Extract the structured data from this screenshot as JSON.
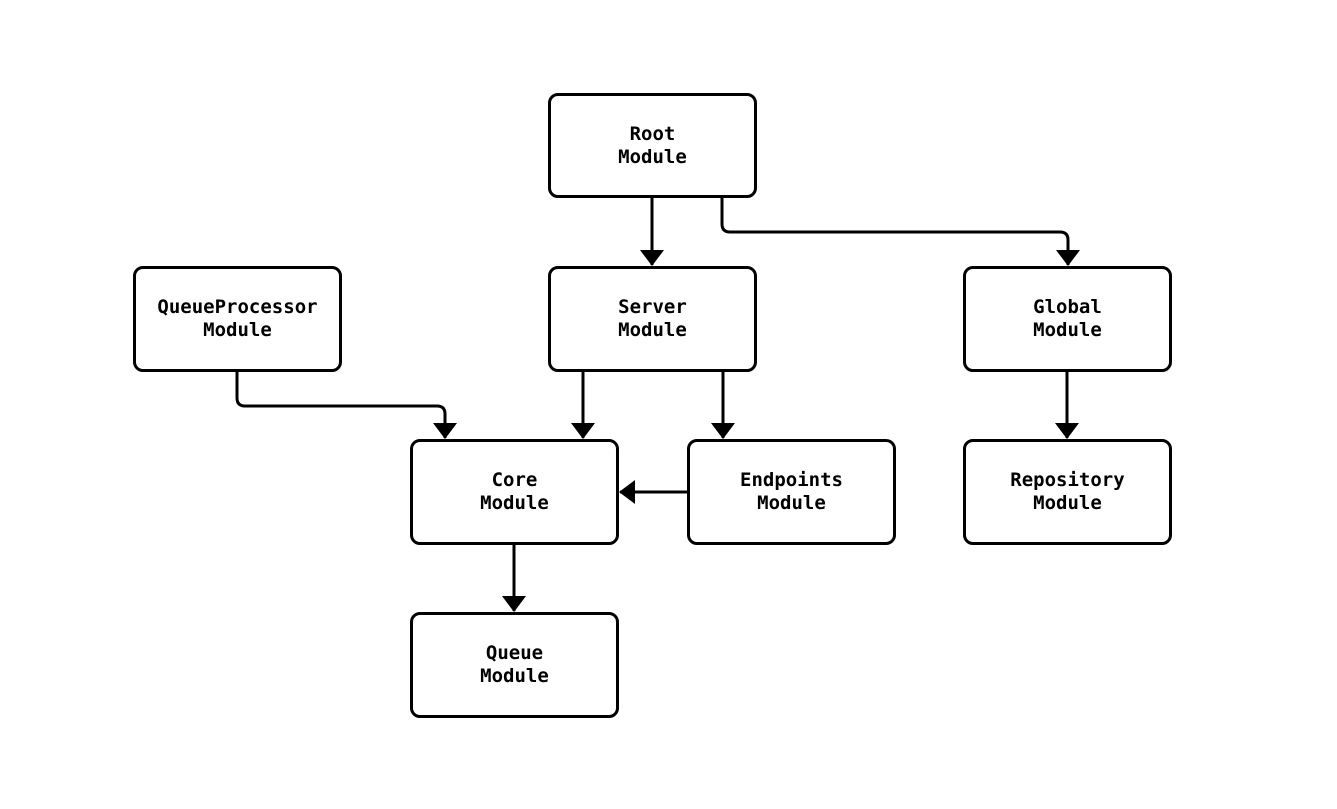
{
  "diagram": {
    "type": "flowchart",
    "direction": "top-down",
    "colors": {
      "background": "#ffffff",
      "node_fill": "#ffffff",
      "node_stroke": "#000000",
      "edge_stroke": "#000000",
      "text": "#000000"
    },
    "nodes": [
      {
        "id": "root-module",
        "label": "Root\nModule"
      },
      {
        "id": "queueprocessor-module",
        "label": "QueueProcessor\nModule"
      },
      {
        "id": "server-module",
        "label": "Server\nModule"
      },
      {
        "id": "global-module",
        "label": "Global\nModule"
      },
      {
        "id": "core-module",
        "label": "Core\nModule"
      },
      {
        "id": "endpoints-module",
        "label": "Endpoints\nModule"
      },
      {
        "id": "repository-module",
        "label": "Repository\nModule"
      },
      {
        "id": "queue-module",
        "label": "Queue\nModule"
      }
    ],
    "edges": [
      {
        "from": "root-module",
        "to": "server-module",
        "arrow": "down"
      },
      {
        "from": "root-module",
        "to": "global-module",
        "arrow": "down"
      },
      {
        "from": "queueprocessor-module",
        "to": "core-module",
        "arrow": "down"
      },
      {
        "from": "server-module",
        "to": "core-module",
        "arrow": "down"
      },
      {
        "from": "server-module",
        "to": "endpoints-module",
        "arrow": "down"
      },
      {
        "from": "endpoints-module",
        "to": "core-module",
        "arrow": "left"
      },
      {
        "from": "global-module",
        "to": "repository-module",
        "arrow": "down"
      },
      {
        "from": "core-module",
        "to": "queue-module",
        "arrow": "down"
      }
    ]
  }
}
